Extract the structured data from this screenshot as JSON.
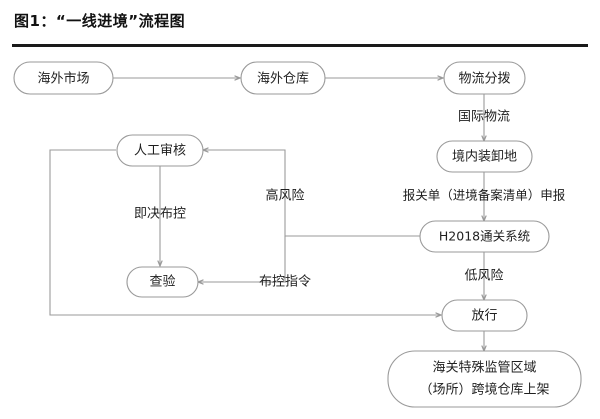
{
  "figure": {
    "title": "图1：“一线进境”流程图"
  },
  "nodes": [
    {
      "id": "overseas-market",
      "label": "海外市场"
    },
    {
      "id": "overseas-warehouse",
      "label": "海外仓库"
    },
    {
      "id": "logistics-sorting",
      "label": "物流分拨"
    },
    {
      "id": "domestic-loading",
      "label": "境内装卸地"
    },
    {
      "id": "h2018-system",
      "label": "H2018通关系统"
    },
    {
      "id": "manual-review",
      "label": "人工审核"
    },
    {
      "id": "inspection",
      "label": "查验"
    },
    {
      "id": "release",
      "label": "放行"
    },
    {
      "id": "customs-zone",
      "line1": "海关特殊监管区域",
      "line2": "（场所）跨境仓库上架"
    }
  ],
  "edge_labels": {
    "international_logistics": "国际物流",
    "declaration": "报关单（进境备案清单）申报",
    "low_risk": "低风险",
    "high_risk": "高风险",
    "immediate_control": "即决布控",
    "control_order": "布控指令"
  },
  "colors": {
    "node_stroke": "#9a9a9a",
    "edge_stroke": "#9a9a9a",
    "text": "#1f1f1f",
    "title_text": "#111111",
    "rule": "#1a1a1a",
    "background": "#ffffff"
  }
}
